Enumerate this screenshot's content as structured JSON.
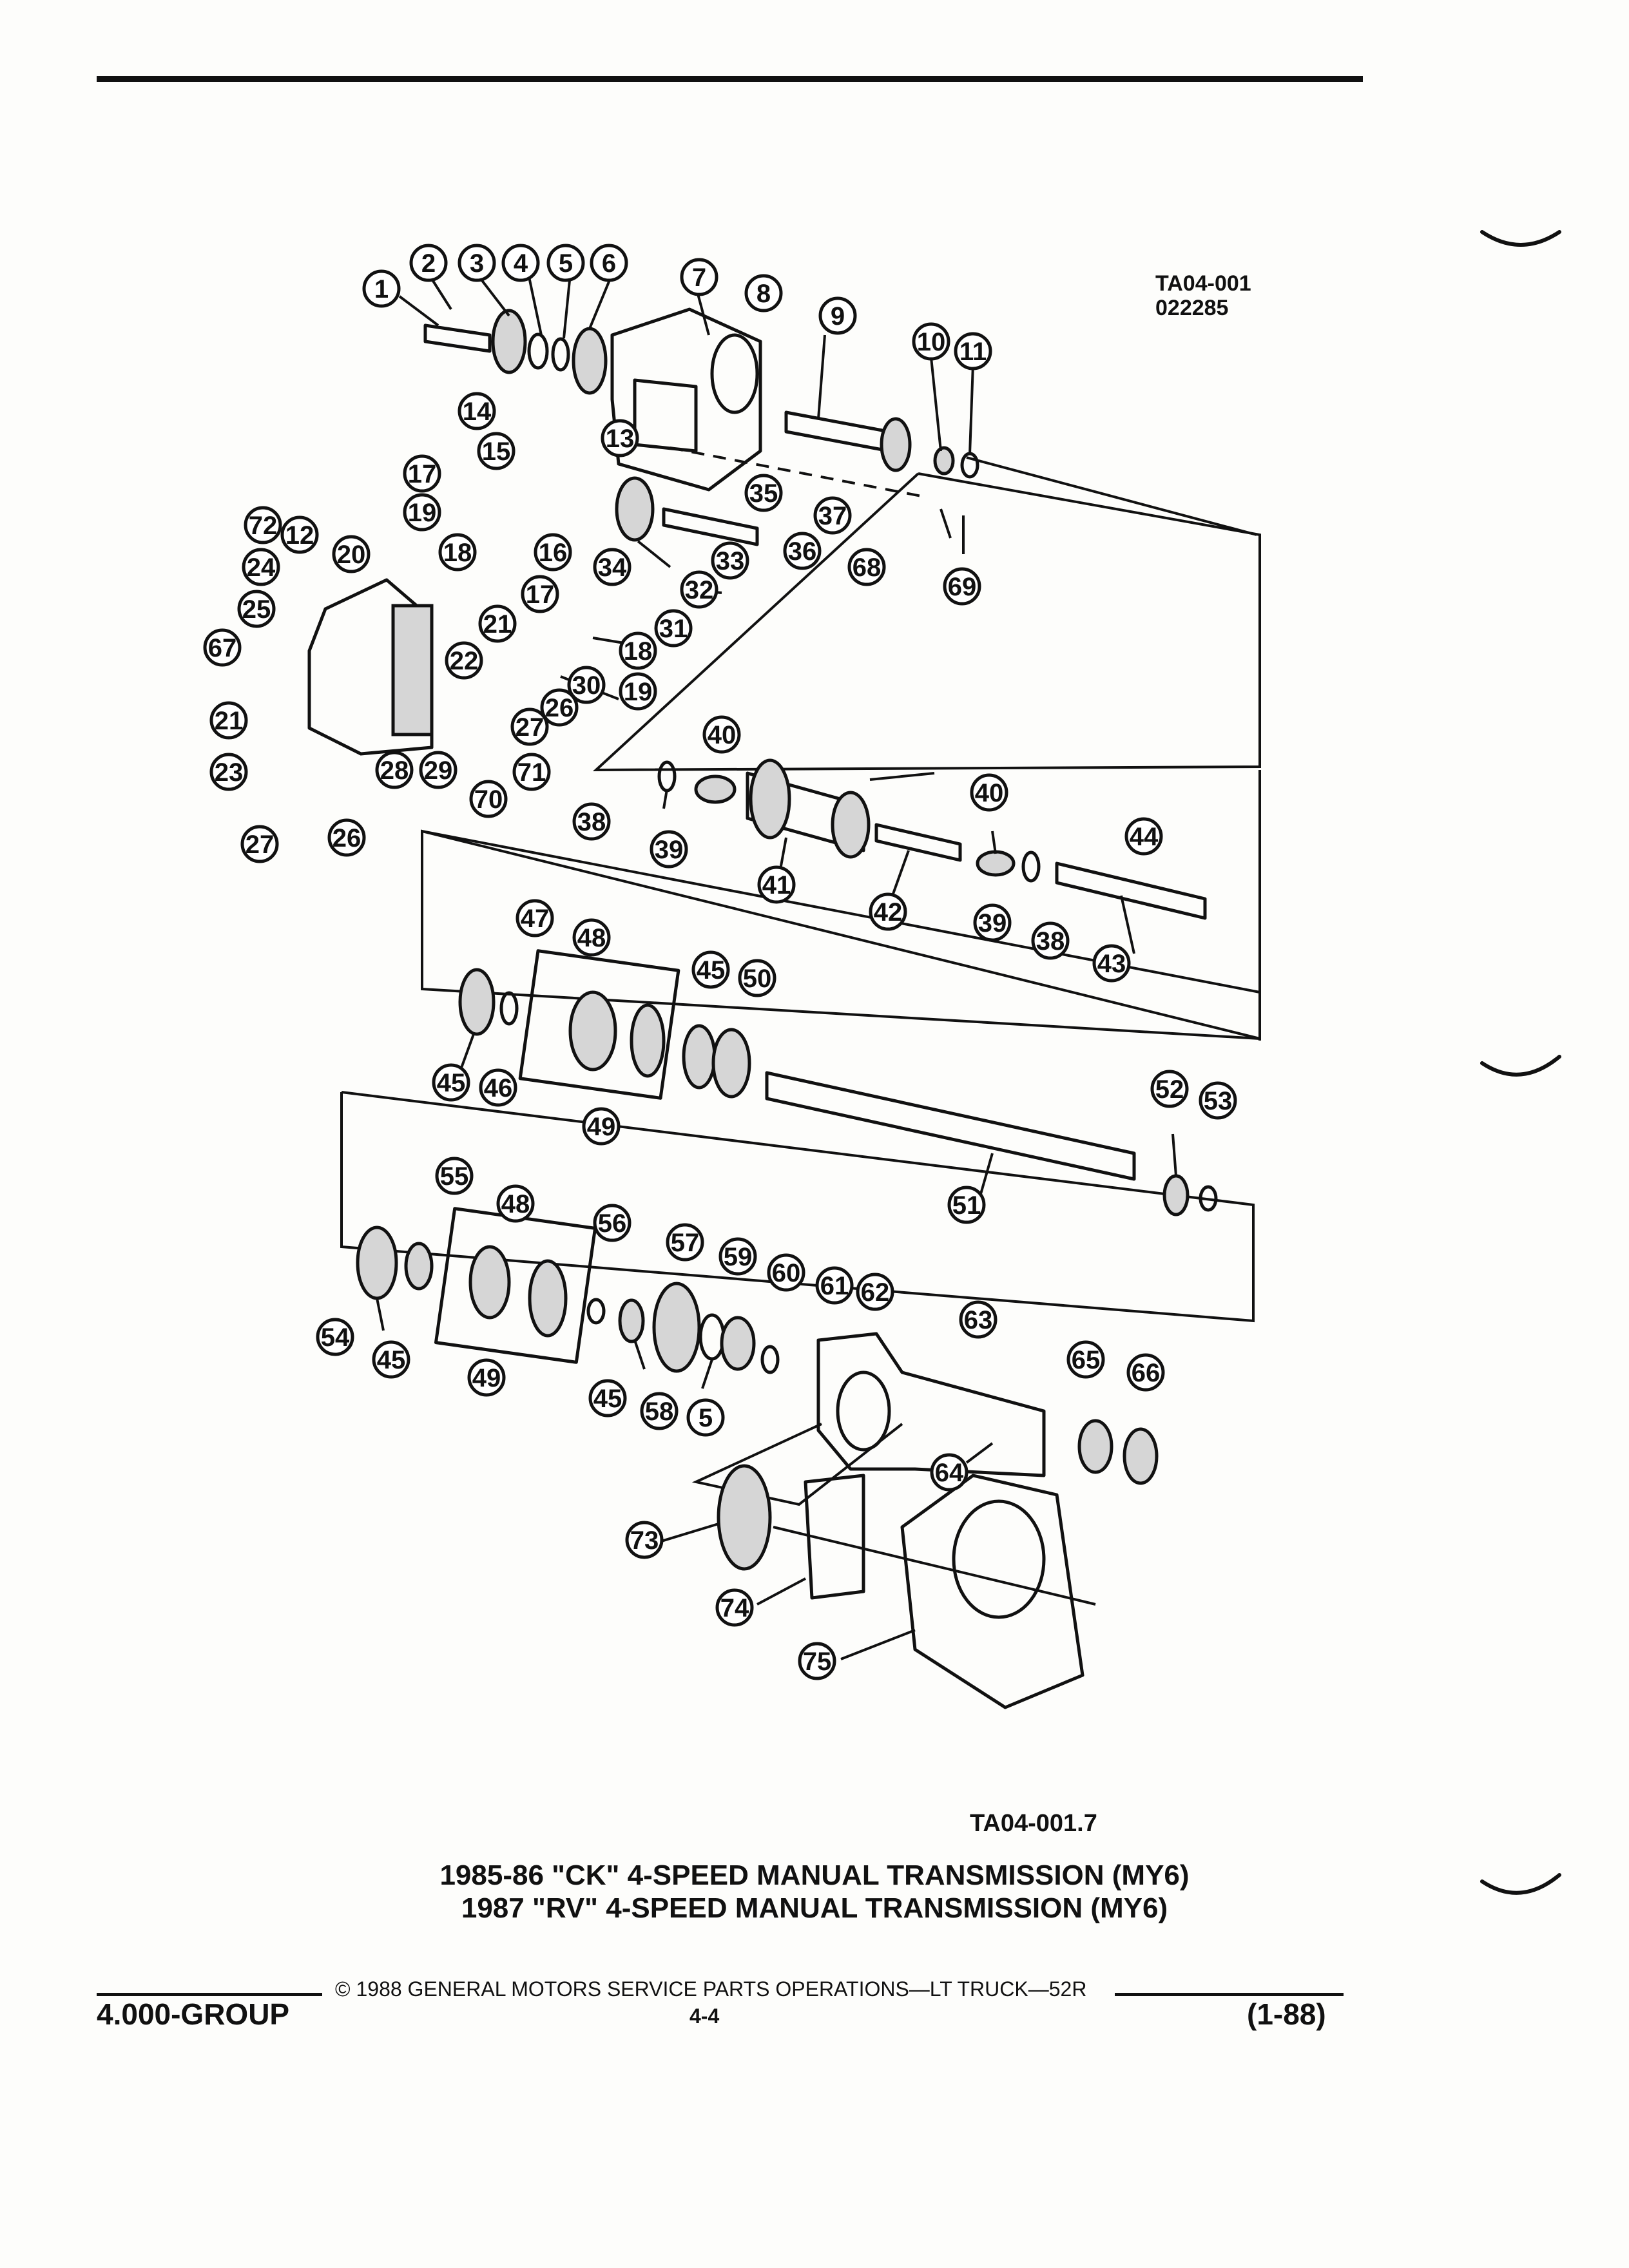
{
  "figure": {
    "id_line_1": "TA04-001",
    "id_line_2": "022285",
    "reference": "TA04-001.7"
  },
  "title": {
    "line_1": "1985-86 \"CK\" 4-SPEED MANUAL TRANSMISSION (MY6)",
    "line_2": "1987 \"RV\" 4-SPEED MANUAL TRANSMISSION (MY6)"
  },
  "footer": {
    "copyright": "© 1988 GENERAL MOTORS SERVICE PARTS OPERATIONS—LT TRUCK—52R",
    "group": "4.000-GROUP",
    "page": "4-4",
    "date": "(1-88)"
  },
  "callouts": [
    {
      "id": "c1",
      "n": "1"
    },
    {
      "id": "c2",
      "n": "2"
    },
    {
      "id": "c3",
      "n": "3"
    },
    {
      "id": "c4",
      "n": "4"
    },
    {
      "id": "c5",
      "n": "5"
    },
    {
      "id": "c6",
      "n": "6"
    },
    {
      "id": "c7",
      "n": "7"
    },
    {
      "id": "c8",
      "n": "8"
    },
    {
      "id": "c9",
      "n": "9"
    },
    {
      "id": "c10",
      "n": "10"
    },
    {
      "id": "c11",
      "n": "11"
    },
    {
      "id": "c14",
      "n": "14"
    },
    {
      "id": "c15",
      "n": "15"
    },
    {
      "id": "c13",
      "n": "13"
    },
    {
      "id": "c17a",
      "n": "17"
    },
    {
      "id": "c72",
      "n": "72"
    },
    {
      "id": "c12",
      "n": "12"
    },
    {
      "id": "c19a",
      "n": "19"
    },
    {
      "id": "c18a",
      "n": "18"
    },
    {
      "id": "c16",
      "n": "16"
    },
    {
      "id": "c35",
      "n": "35"
    },
    {
      "id": "c37",
      "n": "37"
    },
    {
      "id": "c24",
      "n": "24"
    },
    {
      "id": "c20",
      "n": "20"
    },
    {
      "id": "c17b",
      "n": "17"
    },
    {
      "id": "c34",
      "n": "34"
    },
    {
      "id": "c33",
      "n": "33"
    },
    {
      "id": "c36",
      "n": "36"
    },
    {
      "id": "c68",
      "n": "68"
    },
    {
      "id": "c69",
      "n": "69"
    },
    {
      "id": "c25",
      "n": "25"
    },
    {
      "id": "c32",
      "n": "32"
    },
    {
      "id": "c21a",
      "n": "21"
    },
    {
      "id": "c31",
      "n": "31"
    },
    {
      "id": "c22",
      "n": "22"
    },
    {
      "id": "c18b",
      "n": "18"
    },
    {
      "id": "c67",
      "n": "67"
    },
    {
      "id": "c30",
      "n": "30"
    },
    {
      "id": "c19b",
      "n": "19"
    },
    {
      "id": "c26a",
      "n": "26"
    },
    {
      "id": "c21b",
      "n": "21"
    },
    {
      "id": "c27a",
      "n": "27"
    },
    {
      "id": "c71",
      "n": "71"
    },
    {
      "id": "c23",
      "n": "23"
    },
    {
      "id": "c28",
      "n": "28"
    },
    {
      "id": "c29",
      "n": "29"
    },
    {
      "id": "c70",
      "n": "70"
    },
    {
      "id": "c40a",
      "n": "40"
    },
    {
      "id": "c27b",
      "n": "27"
    },
    {
      "id": "c26b",
      "n": "26"
    },
    {
      "id": "c38a",
      "n": "38"
    },
    {
      "id": "c39a",
      "n": "39"
    },
    {
      "id": "c41",
      "n": "41"
    },
    {
      "id": "c40b",
      "n": "40"
    },
    {
      "id": "c44",
      "n": "44"
    },
    {
      "id": "c42",
      "n": "42"
    },
    {
      "id": "c39b",
      "n": "39"
    },
    {
      "id": "c38b",
      "n": "38"
    },
    {
      "id": "c43",
      "n": "43"
    },
    {
      "id": "c47",
      "n": "47"
    },
    {
      "id": "c48a",
      "n": "48"
    },
    {
      "id": "c45a",
      "n": "45"
    },
    {
      "id": "c50",
      "n": "50"
    },
    {
      "id": "c45b",
      "n": "45"
    },
    {
      "id": "c46",
      "n": "46"
    },
    {
      "id": "c49a",
      "n": "49"
    },
    {
      "id": "c52",
      "n": "52"
    },
    {
      "id": "c53",
      "n": "53"
    },
    {
      "id": "c51",
      "n": "51"
    },
    {
      "id": "c55",
      "n": "55"
    },
    {
      "id": "c48b",
      "n": "48"
    },
    {
      "id": "c56",
      "n": "56"
    },
    {
      "id": "c57",
      "n": "57"
    },
    {
      "id": "c59",
      "n": "59"
    },
    {
      "id": "c60",
      "n": "60"
    },
    {
      "id": "c61",
      "n": "61"
    },
    {
      "id": "c62",
      "n": "62"
    },
    {
      "id": "c63",
      "n": "63"
    },
    {
      "id": "c54",
      "n": "54"
    },
    {
      "id": "c45c",
      "n": "45"
    },
    {
      "id": "c49b",
      "n": "49"
    },
    {
      "id": "c45d",
      "n": "45"
    },
    {
      "id": "c58",
      "n": "58"
    },
    {
      "id": "c5b",
      "n": "5"
    },
    {
      "id": "c65",
      "n": "65"
    },
    {
      "id": "c66",
      "n": "66"
    },
    {
      "id": "c64",
      "n": "64"
    },
    {
      "id": "c73",
      "n": "73"
    },
    {
      "id": "c74",
      "n": "74"
    },
    {
      "id": "c75",
      "n": "75"
    }
  ]
}
